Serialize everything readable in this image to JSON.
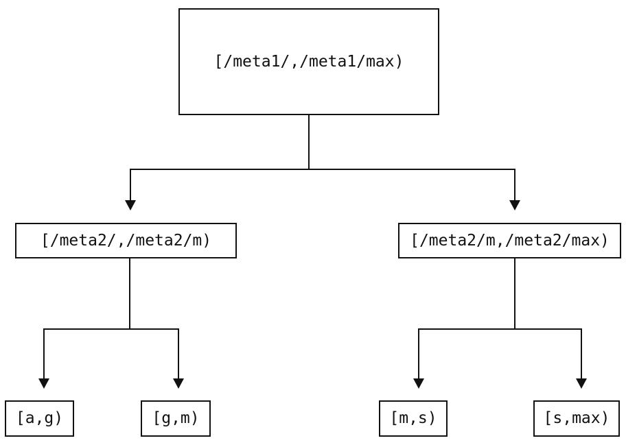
{
  "diagram": {
    "type": "tree",
    "nodes": {
      "root": {
        "label": "[/meta1/,/meta1/max)"
      },
      "left": {
        "label": "[/meta2/,/meta2/m)"
      },
      "right": {
        "label": "[/meta2/m,/meta2/max)"
      },
      "leaf_ag": {
        "label": "[a,g)"
      },
      "leaf_gm": {
        "label": "[g,m)"
      },
      "leaf_ms": {
        "label": "[m,s)"
      },
      "leaf_smax": {
        "label": "[s,max)"
      }
    },
    "edges": [
      {
        "from": "root",
        "to": "left"
      },
      {
        "from": "root",
        "to": "right"
      },
      {
        "from": "left",
        "to": "leaf_ag"
      },
      {
        "from": "left",
        "to": "leaf_gm"
      },
      {
        "from": "right",
        "to": "leaf_ms"
      },
      {
        "from": "right",
        "to": "leaf_smax"
      }
    ],
    "colors": {
      "line": "#111111",
      "text": "#111111",
      "background": "#ffffff"
    }
  }
}
